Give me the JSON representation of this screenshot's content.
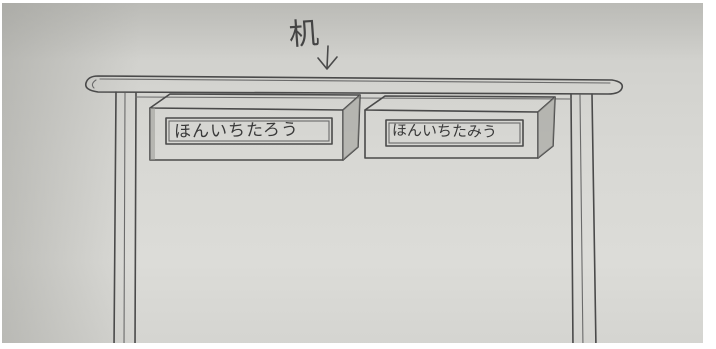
{
  "labels": {
    "desk": "机",
    "name_left": "ほんいちたろう",
    "name_right": "ほんいちたみう"
  },
  "icons": {
    "desk_arrow": "down-arrow-icon"
  },
  "colors": {
    "paper": "#d8d8d4",
    "pencil": "#4a4a4a"
  }
}
